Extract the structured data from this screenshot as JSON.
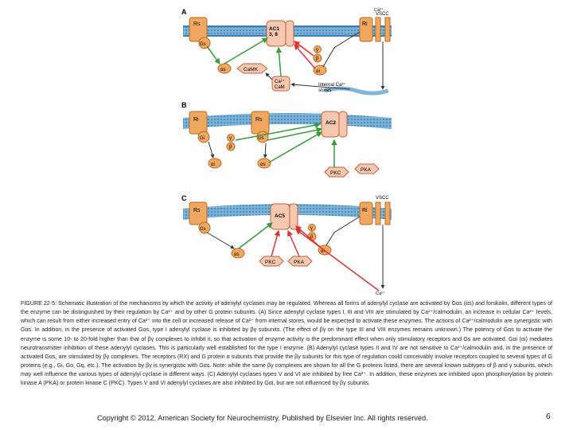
{
  "panels": [
    {
      "letter": "A",
      "rs": "Rs",
      "gs": "Gs",
      "ac": "AC1\n3, 8",
      "ri": "Ri",
      "vscc": "VSCC",
      "gamma": "γ",
      "beta": "β",
      "alpha_s": "αs",
      "alpha_i": "αi",
      "camk": "CaMK",
      "ca_cam": "Ca²⁺\nCaM",
      "internal": "Internal Ca²⁺\nstores",
      "ca_top": "Ca²⁺"
    },
    {
      "letter": "B",
      "ri": "Ri",
      "gi": "Gi",
      "rs": "Rs",
      "gs": "Gs",
      "ac": "AC2",
      "gamma": "γ",
      "beta": "β",
      "alpha_i": "αi",
      "alpha_s": "αs",
      "pkc": "PKC",
      "pka": "PKA"
    },
    {
      "letter": "C",
      "rs": "Rs",
      "gs": "Gs",
      "ac": "AC5",
      "ri": "Ri",
      "vscc": "VSCC",
      "gamma": "γ",
      "beta": "β",
      "alpha_s": "αs",
      "alpha_i": "αi",
      "pkc": "PKC",
      "pka": "PKA",
      "ca": "Ca²⁺"
    }
  ],
  "caption": "FIGURE 22-5: Schematic illustration of the mechanisms by which the activity of adenylyl cyclases may be regulated. Whereas all forms of adenylyl cyclase are activated by Gαs (αs) and forskolin, different types of the enzyme can be distinguished by their regulation by Ca²⁺ and by other G protein subunits. (A) Since adenylyl cyclase types I, III and VIII are stimulated by Ca²⁺/calmodulin, an increase in cellular Ca²⁺ levels, which can result from either increased entry of Ca²⁺ into the cell or increased release of Ca²⁺ from internal stores, would be expected to activate these enzymes. The actions of Ca²⁺/calmodulin are synergistic with Gαs. In addition, in the presence of activated Gαs, type I adenylyl cyclase is inhibited by βγ subunits. (The effect of βγ on the type III and VIII enzymes remains unknown.) The potency of Gαs to activate the enzyme is some 10- to 20-fold higher than that of βγ complexes to inhibit it, so that activation of enzyme activity is the predominant effect when only stimulatory receptors and Gs are activated. Gαi (αi) mediates neurotransmitter inhibition of these adenylyl cyclases. This is particularly well established for the type I enzyme. (B) Adenylyl cyclase types II and IV are not sensitive to Ca²⁺/calmodulin and, in the presence of activated Gαs, are stimulated by βγ complexes. The receptors (RX) and G protein α subunits that provide the βγ subunits for this type of regulation could conceivably involve receptors coupled to several types of G proteins (e.g., Gi, Go, Gq, etc.). The activation by βγ is synergistic with Gαs. Note: while the same βγ complexes are shown for all the G proteins listed, there are several known subtypes of β and γ subunits, which may well influence the various types of adenylyl cyclase in different ways. (C) Adenylyl cyclases types V and VI are inhibited by free Ca²⁺. In addition, these enzymes are inhibited upon phosphorylation by protein kinase A (PKA) or protein kinase C (PKC). Types V and VI adenylyl cyclases are also inhibited by Gαi, but are not influenced by βγ subunits.",
  "copyright": "Copyright © 2012, American Society for Neurochemistry. Published by Elsevier Inc. All rights reserved.",
  "page_number": "6"
}
